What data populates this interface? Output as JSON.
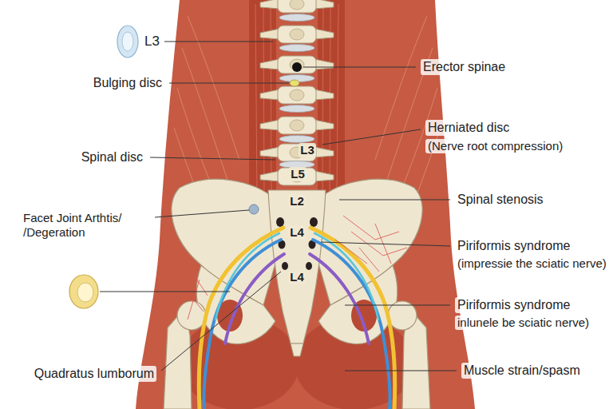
{
  "diagram": {
    "labels": [
      "L3",
      "Bulging disc",
      "Spinal disc",
      "Erector spinae",
      "Herniated disc",
      "(Nerve root compression)",
      "L3",
      "L5",
      "L2",
      "Spinal stenosis",
      "Facet Joint Arthtis/ /Degeration",
      "L4",
      "Piriformis syndrome",
      "(impressie the sciatic nerve)",
      "L4",
      "Piriformis syndrome",
      "inlunele be sciatic nerve)",
      "Quadratus lumborum",
      "Muscle strain/spasm"
    ]
  }
}
